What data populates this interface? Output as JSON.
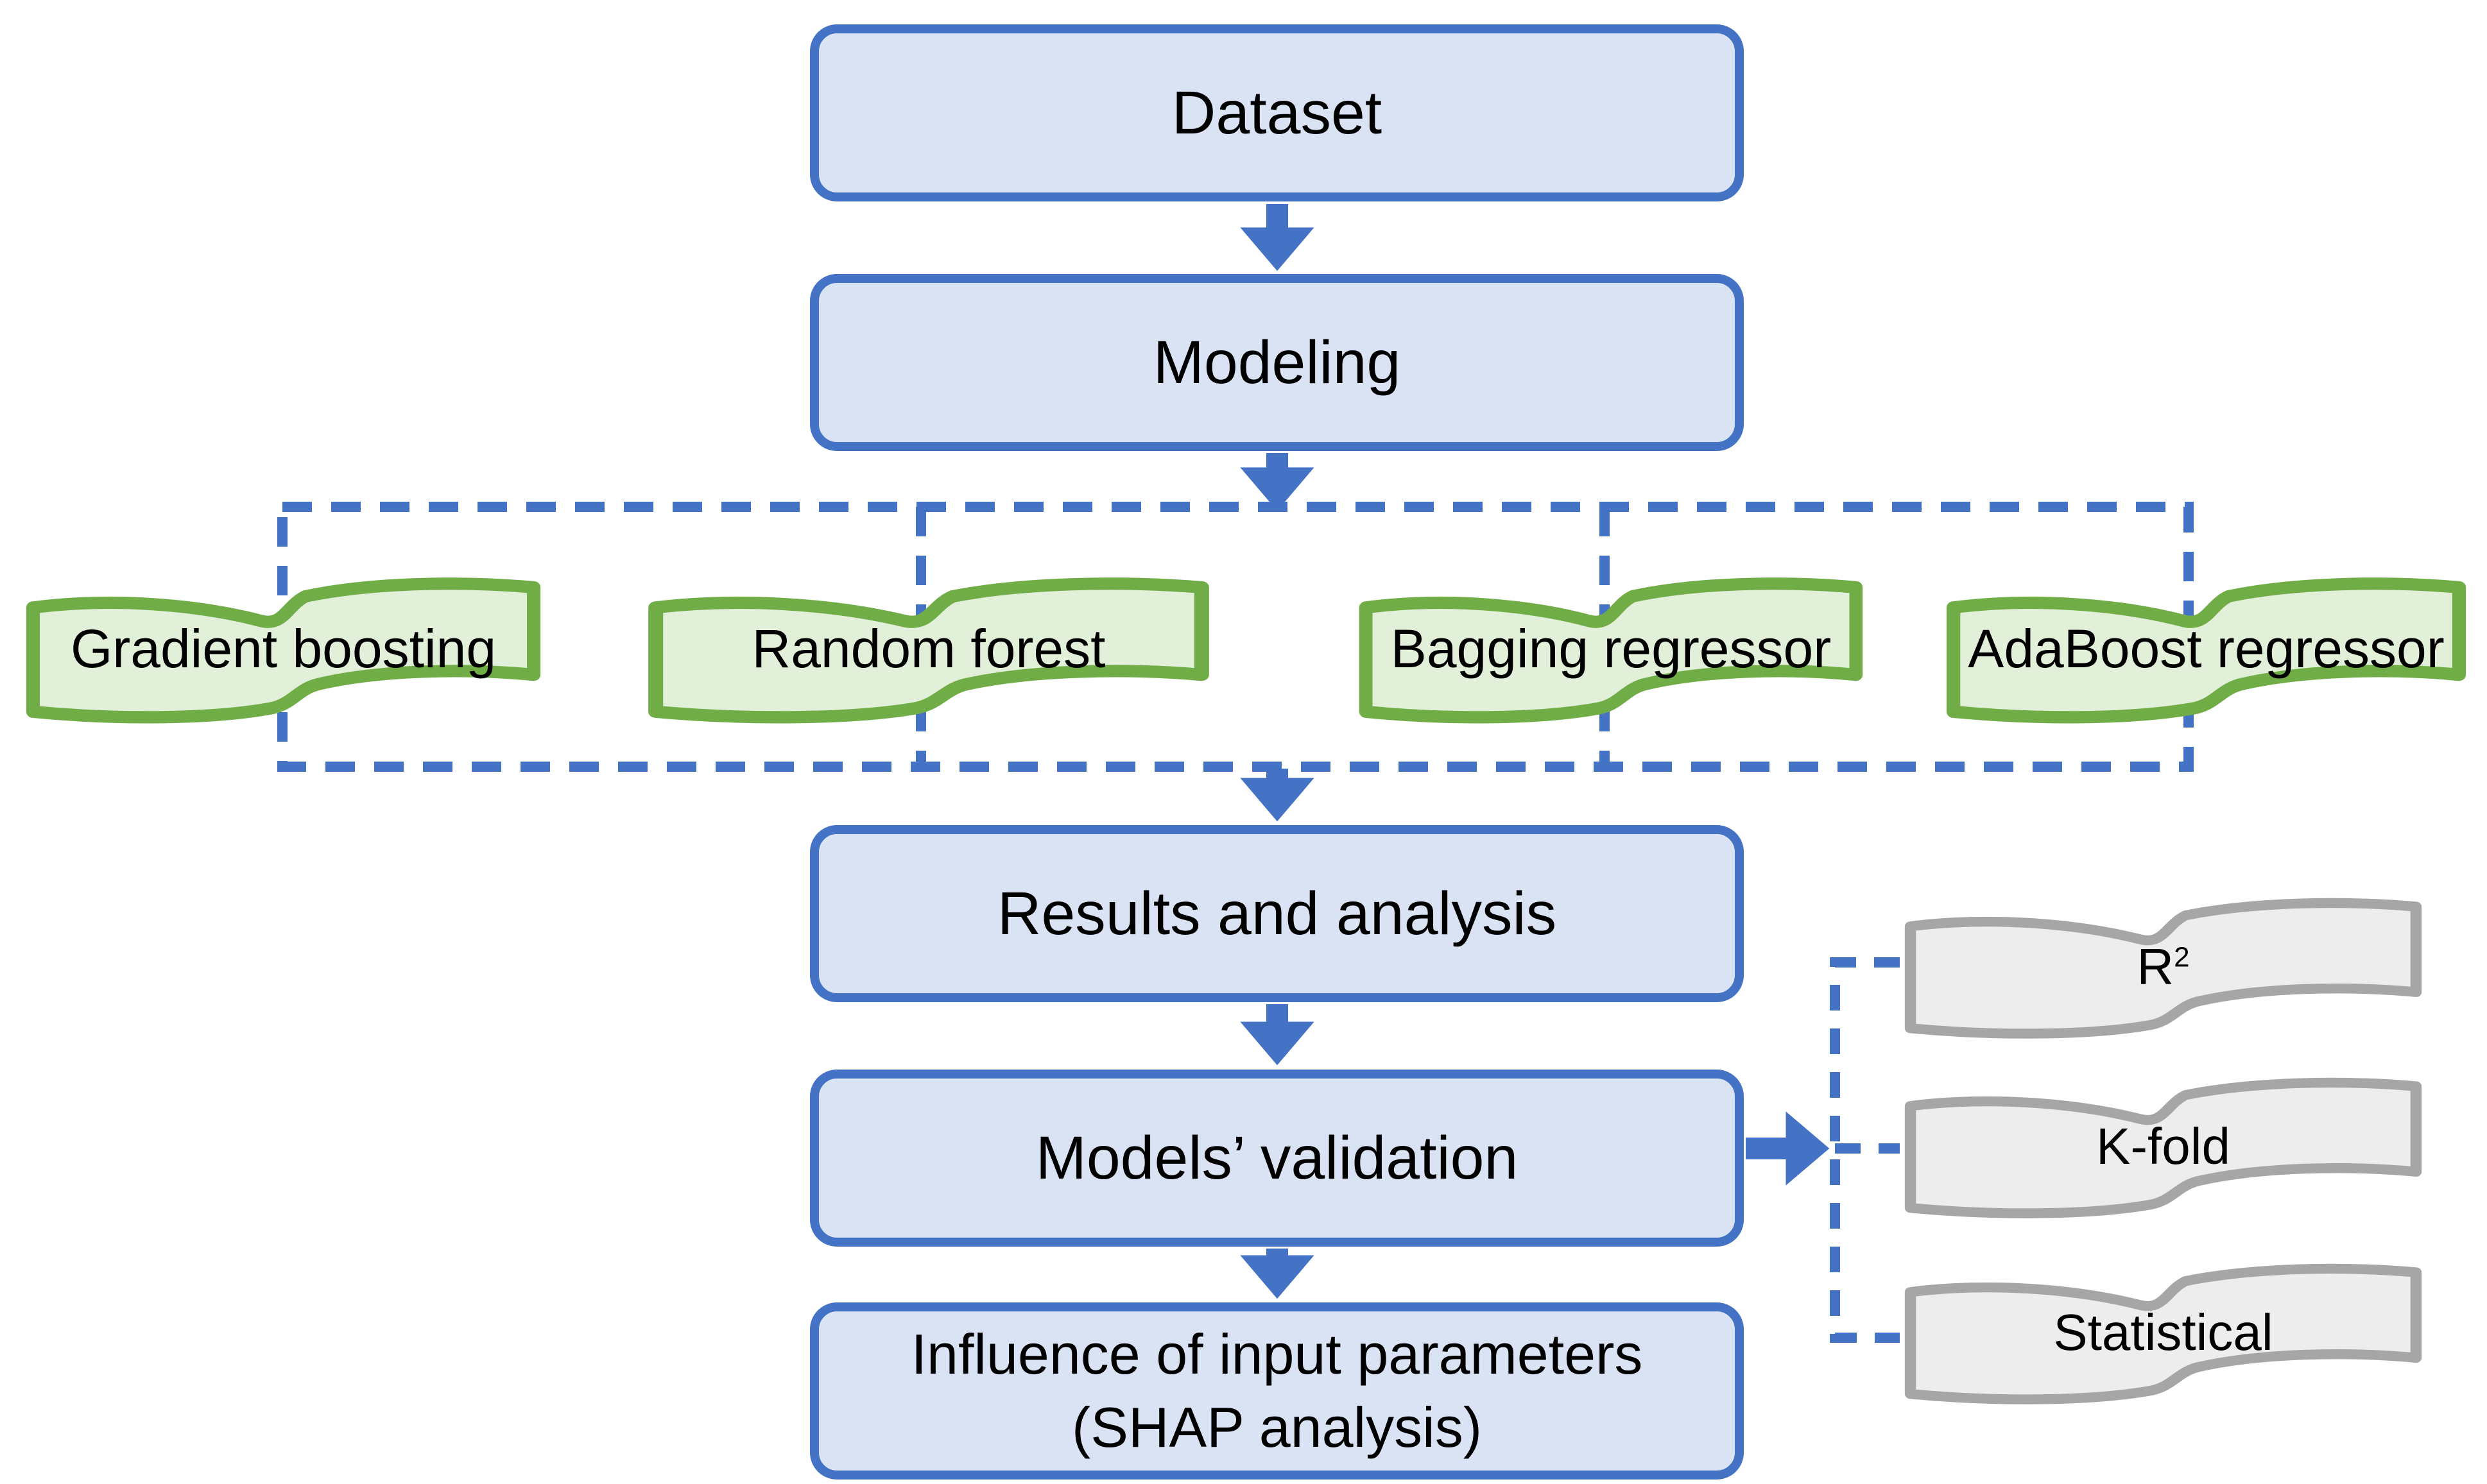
{
  "flowchart": {
    "steps": {
      "dataset": {
        "label": "Dataset"
      },
      "modeling": {
        "label": "Modeling"
      },
      "results": {
        "label": "Results and analysis"
      },
      "validation": {
        "label": "Models’ validation"
      },
      "influence": {
        "label_line1": "Influence of input parameters",
        "label_line2": "(SHAP analysis)"
      }
    },
    "models": [
      {
        "label": "Gradient boosting"
      },
      {
        "label": "Random forest"
      },
      {
        "label": "Bagging regressor"
      },
      {
        "label": "AdaBoost regressor"
      }
    ],
    "validation_methods": [
      {
        "label": "R",
        "superscript": "2"
      },
      {
        "label": "K-fold"
      },
      {
        "label": "Statistical"
      }
    ],
    "colors": {
      "canvas_bg": "#ffffff",
      "text": "#000000",
      "connector_blue": "#4472c4",
      "flow_fill": "#dae3f3",
      "flow_border": "#4472c4",
      "model_fill": "#e2efd9",
      "model_border": "#70ad47",
      "method_fill": "#ededed",
      "method_border": "#a6a6a6"
    }
  }
}
